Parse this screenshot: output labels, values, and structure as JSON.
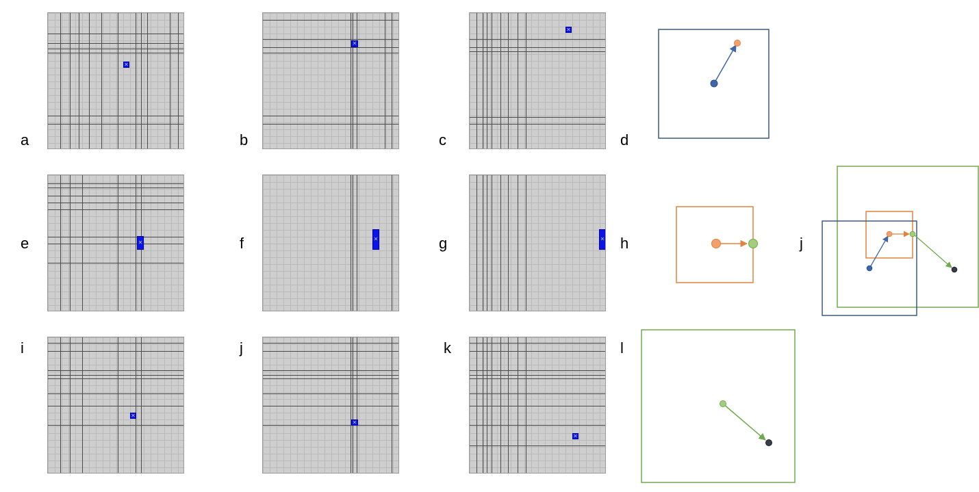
{
  "labels": {
    "a": "a",
    "b": "b",
    "c": "c",
    "d": "d",
    "e": "e",
    "f": "f",
    "g": "g",
    "h": "h",
    "j_right": "j",
    "i": "i",
    "j": "j",
    "k": "k",
    "l": "l"
  },
  "colors": {
    "grid_bg": "#cecece",
    "grid_line": "#4a4a4a",
    "target": "#0a14e6",
    "blue": "#3e66a8",
    "blue_box": "#3b5a7a",
    "orange": "#f3a06f",
    "orange_box": "#e2823e",
    "green": "#a3cf7c",
    "green_box": "#70a94e",
    "dark": "#333f4f"
  },
  "icons": {
    "target_marker": "cross-icon",
    "vector_arrow": "arrow-icon"
  }
}
